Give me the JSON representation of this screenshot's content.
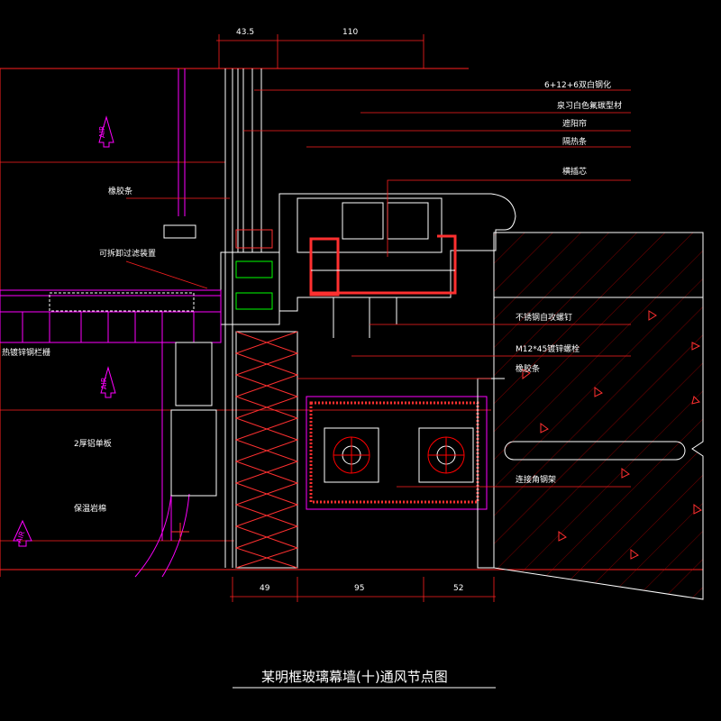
{
  "title": "某明框玻璃幕墙(十)通风节点图",
  "dimensions": {
    "top": [
      "43.5",
      "110"
    ],
    "bottom": [
      "49",
      "95",
      "52"
    ]
  },
  "callouts_right": [
    "6+12+6双白钢化",
    "泉习白色氟碳型材",
    "遮阳帘",
    "隔热条",
    "横插芯",
    "不锈钢自攻螺钉",
    "M12*45镀锌螺栓",
    "橡胶条",
    "连接角钢架"
  ],
  "callouts_left": [
    "橡胶条",
    "可拆卸过滤装置",
    "热镀锌钢栏栅",
    "2厚铝单板",
    "保温岩棉"
  ],
  "air_label": "AIR",
  "colors": {
    "background": "#000000",
    "profile": "#ffffff",
    "leader": "#ff0000",
    "magenta": "#ff00ff",
    "insulation": "#ff3030",
    "glass": "#00ff00",
    "text": "#ffffff"
  }
}
